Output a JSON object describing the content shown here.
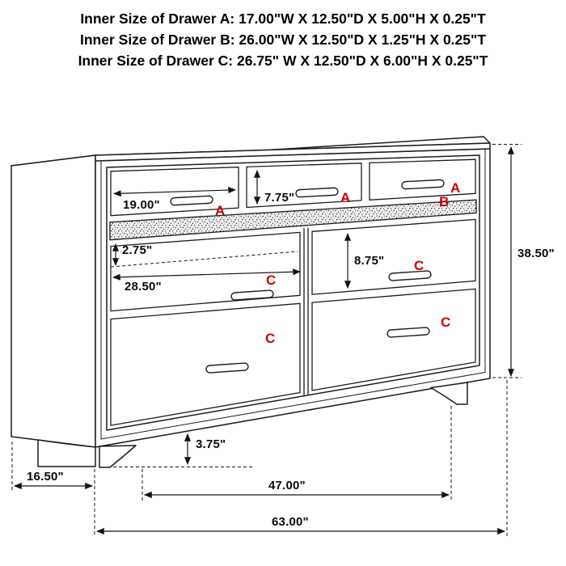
{
  "header": {
    "line1": "Inner Size of Drawer A: 17.00\"W X 12.50\"D X 5.00\"H X 0.25\"T",
    "line2": "Inner Size of Drawer B: 26.00\"W X 12.50\"D X 1.25\"H X 0.25\"T",
    "line3": "Inner Size of Drawer C: 26.75\" W X 12.50\"D X 6.00\"H X 0.25\"T"
  },
  "drawers": {
    "a1": "A",
    "a2": "A",
    "a3": "A",
    "b": "B",
    "c1": "C",
    "c2": "C",
    "c3": "C",
    "c4": "C"
  },
  "dims": {
    "a_width": "19.00\"",
    "a_height": "7.75\"",
    "b_height": "2.75\"",
    "c_width": "28.50\"",
    "c_height": "8.75\"",
    "overall_height": "38.50\"",
    "foot_height": "3.75\"",
    "depth": "16.50\"",
    "inner_span": "47.00\"",
    "overall_width": "63.00\""
  },
  "colors": {
    "letter": "#cc0000",
    "line": "#1c1c1c",
    "text": "#000000"
  }
}
